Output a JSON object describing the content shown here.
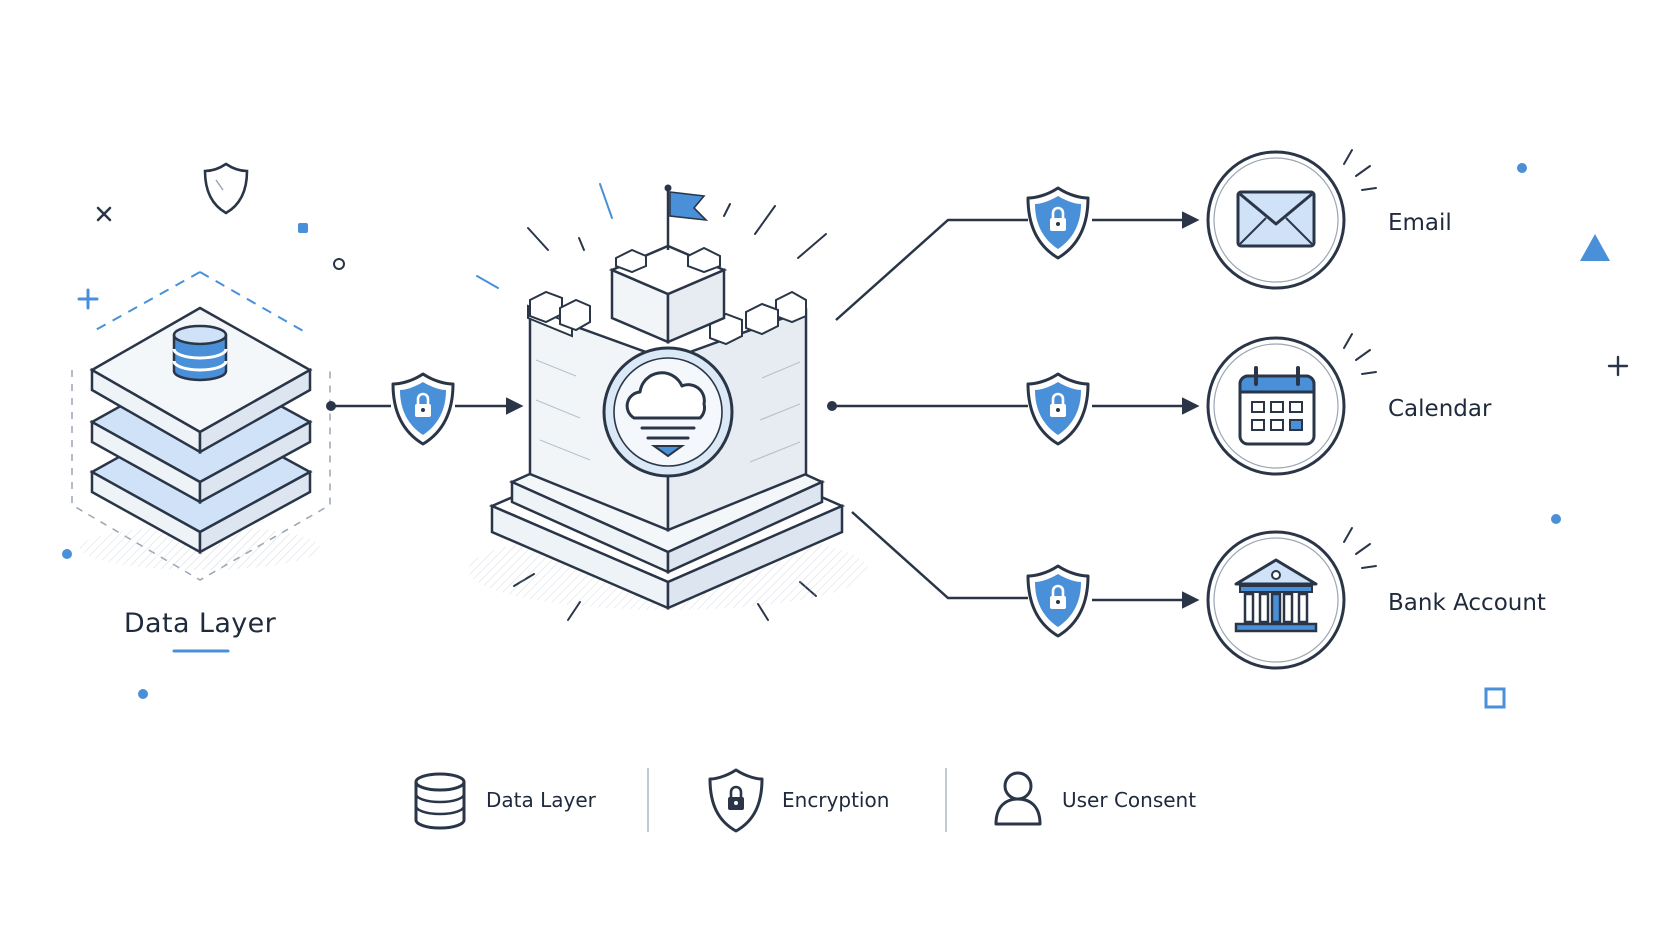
{
  "colors": {
    "accent": "#4a90d9",
    "accent_light": "#cfe2f7",
    "ink": "#2a3648",
    "text": "#1f2a3d",
    "background": "#ffffff"
  },
  "source": {
    "label": "Data Layer",
    "icon": "database-stack-icon"
  },
  "hub": {
    "icon": "castle-icon",
    "inner_icon": "cloud-icon",
    "flag_icon": "flag-icon"
  },
  "destinations": [
    {
      "label": "Email",
      "icon": "envelope-icon"
    },
    {
      "label": "Calendar",
      "icon": "calendar-icon"
    },
    {
      "label": "Bank Account",
      "icon": "bank-icon"
    }
  ],
  "connector_icon": "lock-shield-icon",
  "legend": [
    {
      "label": "Data Layer",
      "icon": "database-icon"
    },
    {
      "label": "Encryption",
      "icon": "lock-shield-icon"
    },
    {
      "label": "User Consent",
      "icon": "user-icon"
    }
  ]
}
